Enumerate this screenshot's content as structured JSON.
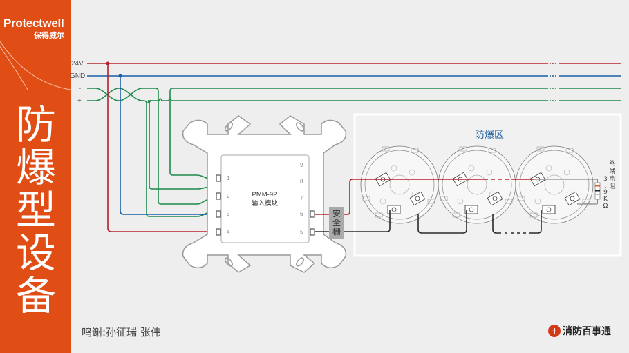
{
  "brand": {
    "name": "Protectwell",
    "name_cn": "保得威尔"
  },
  "sidebar": {
    "title_chars": [
      "防",
      "爆",
      "型",
      "设",
      "备"
    ]
  },
  "colors": {
    "accent": "#e04e16",
    "v24": "#b5222a",
    "gnd": "#1a5fa5",
    "signal": "#1f8a4c",
    "loop": "#2b2b2b"
  },
  "bus_labels": {
    "v24": "24V",
    "gnd": "GND",
    "minus": "-",
    "plus": "+"
  },
  "module": {
    "model": "PMM-9P",
    "name": "输入模块",
    "left_terminals": [
      "1",
      "2",
      "3",
      "4"
    ],
    "right_terminals": [
      "9",
      "8",
      "7",
      "6",
      "5"
    ]
  },
  "barrier": {
    "label_chars": [
      "安",
      "全",
      "栅"
    ]
  },
  "zone": {
    "title": "防爆区",
    "detector_count": 3
  },
  "resistor": {
    "value_chars": [
      "3",
      ".",
      "9",
      "K",
      "Ω"
    ],
    "label_chars": [
      "终",
      "端",
      "电",
      "阻"
    ]
  },
  "footer": {
    "credit": "鸣谢:孙征瑞  张伟",
    "logo_text": "消防百事通",
    "logo_icon": "fire-helmet-icon"
  }
}
